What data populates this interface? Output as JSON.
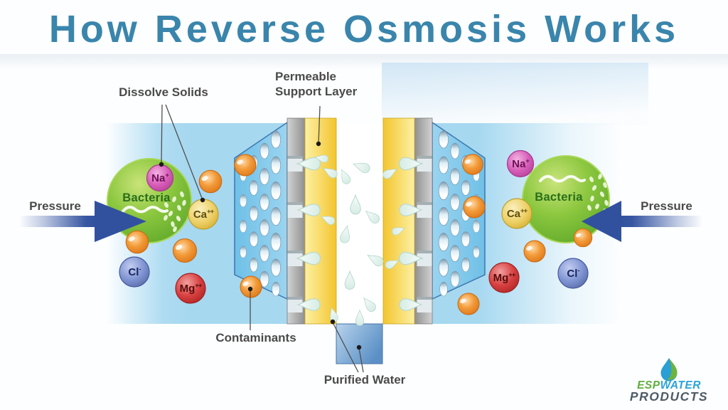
{
  "title": {
    "text": "How Reverse Osmosis Works"
  },
  "labels": {
    "dissolve_solids": "Dissolve Solids",
    "permeable_support_layer": "Permeable\nSupport Layer",
    "pressure_left": "Pressure",
    "pressure_right": "Pressure",
    "bacteria_left": "Bacteria",
    "bacteria_right": "Bacteria",
    "contaminants": "Contaminants",
    "purified_water": "Purified Water"
  },
  "ions": {
    "na": {
      "symbol": "Na",
      "charge": "+"
    },
    "ca": {
      "symbol": "Ca",
      "charge": "++"
    },
    "cl": {
      "symbol": "Cl",
      "charge": "-"
    },
    "mg": {
      "symbol": "Mg",
      "charge": "++"
    }
  },
  "logo": {
    "brand_part1": "ESP",
    "brand_part2": "WATER",
    "brand_line2": "PRODUCTS"
  },
  "colors": {
    "title": "#3a85ac",
    "water": "#a6d8f0",
    "membrane_yellow": "#f5cd38",
    "membrane_gray": "#a8a8a8",
    "panel_blue": "#7cc5e9",
    "arrow_blue": "#31519f",
    "bacteria_green": "#7dbe37",
    "ion_na": "#cb4aab",
    "ion_ca": "#e6c449",
    "ion_cl": "#6079c4",
    "ion_mg": "#c93030",
    "contaminant_orange": "#ef8c2a",
    "label_text": "#4a4a4a"
  }
}
